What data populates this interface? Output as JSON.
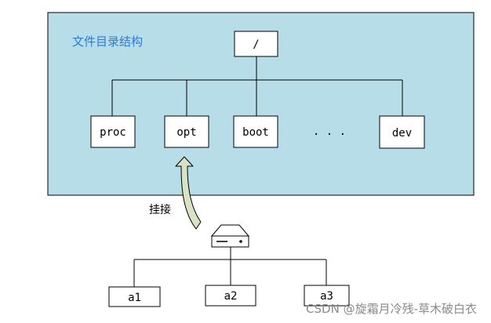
{
  "panel": {
    "title": "文件目录结构",
    "background": "#b7dde8"
  },
  "tree": {
    "root": "/",
    "children": [
      "proc",
      "opt",
      "boot",
      "· · ·",
      "dev"
    ]
  },
  "mount": {
    "label": "挂接",
    "arrow_color": "#d8e3c5",
    "device_icon": "hard-drive-icon"
  },
  "device_tree": {
    "children": [
      "a1",
      "a2",
      "a3"
    ]
  },
  "watermark": "CSDN @旋霜月冷残-草木破白衣"
}
